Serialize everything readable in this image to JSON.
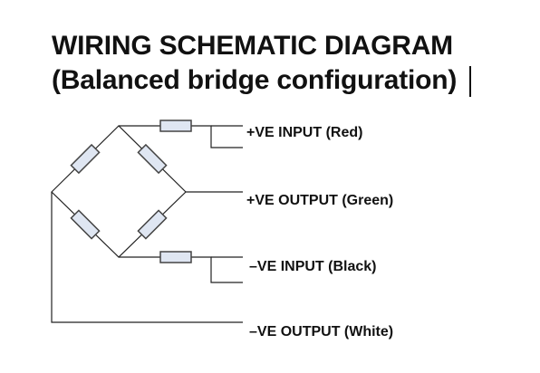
{
  "title": {
    "line1": "WIRING SCHEMATIC DIAGRAM",
    "line2": "(Balanced bridge configuration)"
  },
  "labels": {
    "pos_input": "+VE INPUT (Red)",
    "pos_output": "+VE OUTPUT (Green)",
    "neg_input": "–VE INPUT (Black)",
    "neg_output": "–VE OUTPUT (White)"
  },
  "colors": {
    "wire": "#222222",
    "resistor_fill": "#dfe6f2",
    "resistor_stroke": "#444444"
  }
}
